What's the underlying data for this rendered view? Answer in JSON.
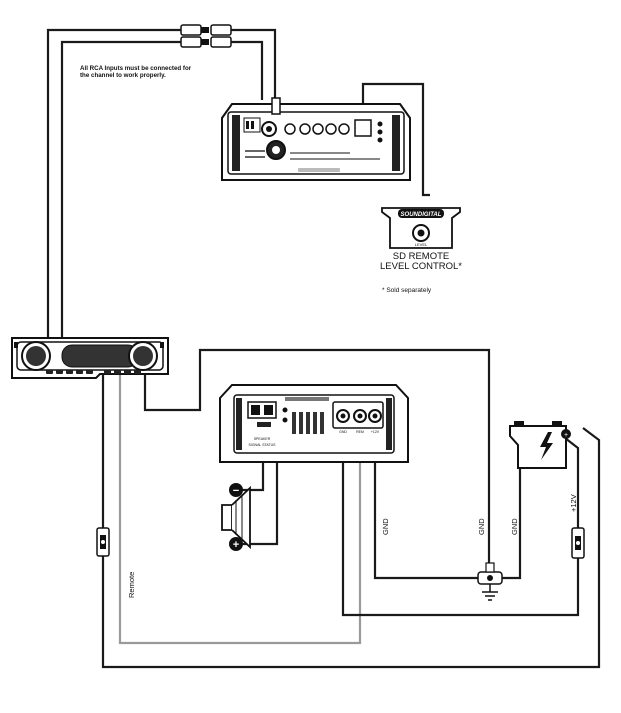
{
  "notes": {
    "rca_line1": "All RCA Inputs must be connected for",
    "rca_line2": "the channel to work properly.",
    "sold_separately": "* Sold separately"
  },
  "remote_control": {
    "brand": "SOUNDIGITAL",
    "knob_label": "LEVEL",
    "title_line1": "SD REMOTE",
    "title_line2": "LEVEL CONTROL*"
  },
  "wire_labels": {
    "remote": "Remote",
    "gnd_amp": "GND",
    "gnd_chassis": "GND",
    "gnd_battery": "GND",
    "plus12v": "+12V"
  },
  "amp_labels": {
    "speaker_out": "SPEAKER",
    "signal_out": "SIGNAL STATUS",
    "power_gnd": "GND",
    "power_rem": "REM",
    "power_12v": "+12V"
  },
  "speaker_terminals": {
    "negative": "−",
    "positive": "+"
  }
}
